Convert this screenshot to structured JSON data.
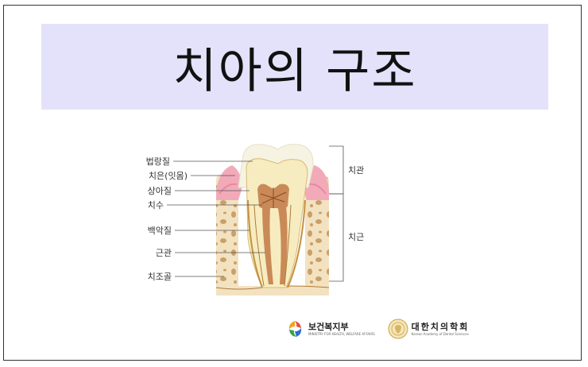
{
  "title": "치아의 구조",
  "labels_left": [
    "법랑질",
    "치은(잇몸)",
    "상아질",
    "치수",
    "백악질",
    "근관",
    "치조골"
  ],
  "labels_right": [
    "치관",
    "치근"
  ],
  "logos": [
    {
      "name": "보건복지부",
      "subtitle": "MINISTRY FOR HEALTH, WELFARE AFFAIRS",
      "icon": "ministry-swirl-icon"
    },
    {
      "name": "대한치의학회",
      "subtitle": "Korean Academy of Dental Sciences",
      "icon": "academy-seal-icon"
    }
  ],
  "colors": {
    "banner": "#e4e2fb",
    "enamel": "#f6f3e2",
    "dentin": "#f7ecc0",
    "pulp": "#c98a58",
    "gum": "#f2aab9",
    "bone": "#f3e2c0",
    "bone_spots": "#c9a06a"
  }
}
